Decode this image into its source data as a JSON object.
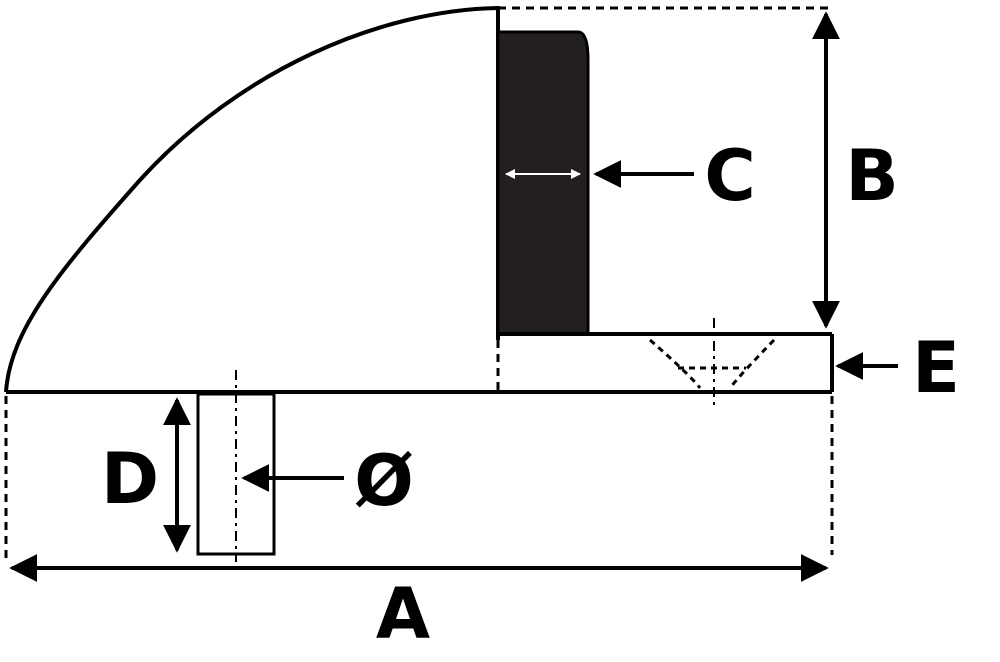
{
  "diagram": {
    "labels": {
      "a": "A",
      "b": "B",
      "c": "C",
      "d": "D",
      "e": "E",
      "diameter": "Ø"
    },
    "colors": {
      "stroke": "#000000",
      "bumper_fill": "#231f20",
      "background": "#ffffff",
      "inner_arrow": "#ffffff"
    }
  }
}
